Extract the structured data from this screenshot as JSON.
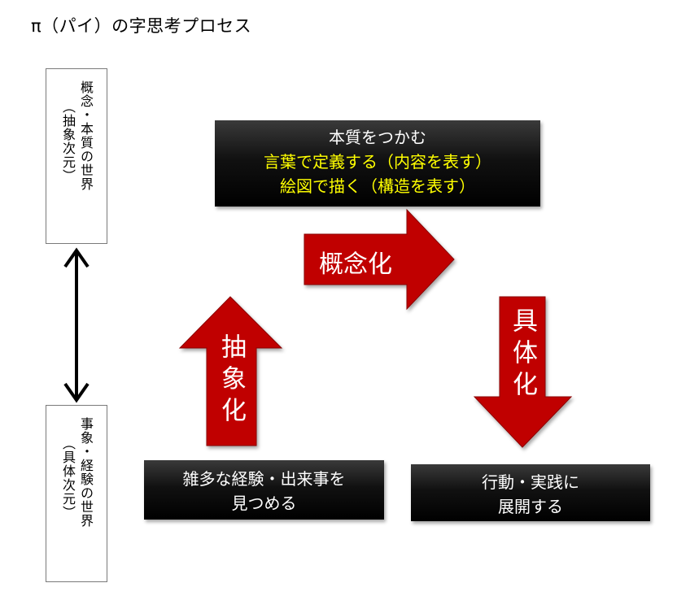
{
  "title": "π（パイ）の字思考プロセス",
  "left_axis": {
    "top_box": {
      "line1": "概念・本質の世界",
      "line2": "（抽象次元）"
    },
    "bottom_box": {
      "line1": "事象・経験の世界",
      "line2": "（具体次元）"
    }
  },
  "essence_box": {
    "line1": "本質をつかむ",
    "line2": "言葉で定義する（内容を表す）",
    "line3": "絵図で描く（構造を表す）"
  },
  "events_box": {
    "line1": "雑多な経験・出来事を",
    "line2": "見つめる"
  },
  "practice_box": {
    "line1": "行動・実践に",
    "line2": "展開する"
  },
  "arrows": {
    "abstraction": "抽象化",
    "conceptualization": "概念化",
    "concretization": "具体化"
  },
  "colors": {
    "arrow_red": "#c00000",
    "highlight_yellow": "#ffff00",
    "box_black": "#000000"
  }
}
